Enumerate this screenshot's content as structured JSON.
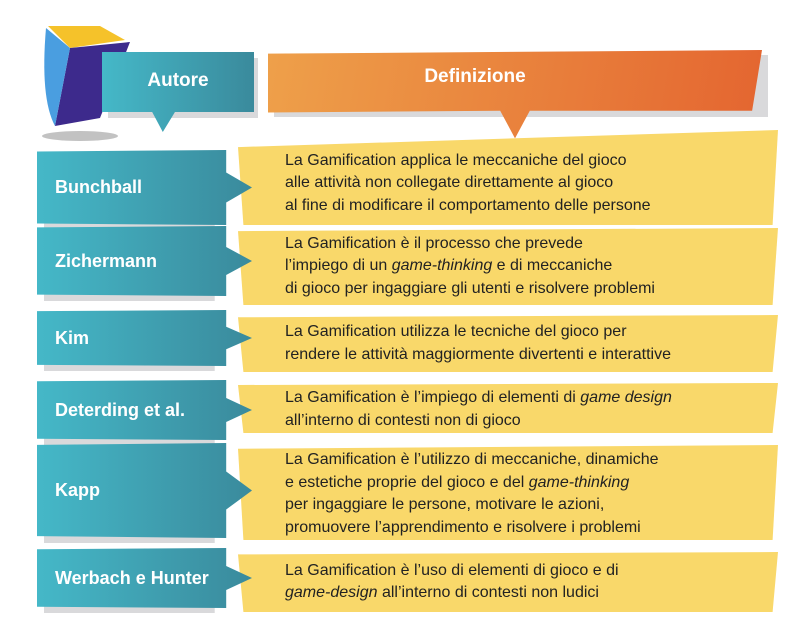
{
  "header": {
    "author_label": "Autore",
    "definition_label": "Definizione"
  },
  "colors": {
    "teal": "#3a9aab",
    "orange": "#e8703a",
    "yellow": "#f9d86a"
  },
  "rows": [
    {
      "author": "Bunchball",
      "lines": [
        [
          {
            "t": "La Gamification applica le meccaniche del gioco"
          }
        ],
        [
          {
            "t": "alle attività non collegate direttamente al gioco"
          }
        ],
        [
          {
            "t": "al fine di modificare il comportamento delle persone"
          }
        ]
      ]
    },
    {
      "author": "Zichermann",
      "lines": [
        [
          {
            "t": "La Gamification è il processo che prevede"
          }
        ],
        [
          {
            "t": "l’impiego di un "
          },
          {
            "t": "game-thinking",
            "i": true
          },
          {
            "t": " e di meccaniche"
          }
        ],
        [
          {
            "t": "di gioco per ingaggiare gli utenti e risolvere problemi"
          }
        ]
      ]
    },
    {
      "author": "Kim",
      "lines": [
        [
          {
            "t": "La Gamification utilizza le tecniche del gioco per"
          }
        ],
        [
          {
            "t": "rendere le attività maggiormente divertenti e interattive"
          }
        ]
      ]
    },
    {
      "author": "Deterding et al.",
      "lines": [
        [
          {
            "t": "La Gamification è l’impiego di elementi di "
          },
          {
            "t": "game design",
            "i": true
          }
        ],
        [
          {
            "t": "all’interno di contesti non di gioco"
          }
        ]
      ]
    },
    {
      "author": "Kapp",
      "lines": [
        [
          {
            "t": "La Gamification è l’utilizzo di meccaniche, dinamiche"
          }
        ],
        [
          {
            "t": "e estetiche proprie del gioco e del "
          },
          {
            "t": "game-thinking",
            "i": true
          }
        ],
        [
          {
            "t": "per ingaggiare le persone, motivare le azioni,"
          }
        ],
        [
          {
            "t": "promuovere l’apprendimento e risolvere i problemi"
          }
        ]
      ]
    },
    {
      "author": "Werbach e Hunter",
      "lines": [
        [
          {
            "t": "La Gamification è l’uso di elementi di gioco e di"
          }
        ],
        [
          {
            "t": "game-design",
            "i": true
          },
          {
            "t": " all’interno di contesti non ludici"
          }
        ]
      ]
    }
  ]
}
